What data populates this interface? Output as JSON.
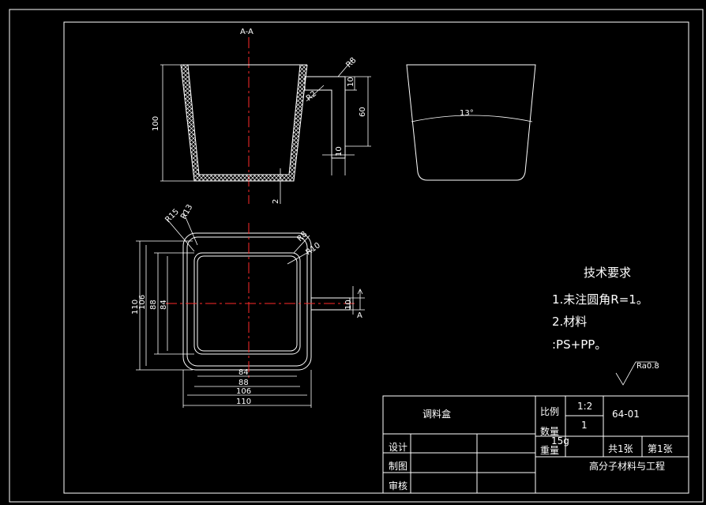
{
  "colors": {
    "background": "#000000",
    "line": "#ffffff",
    "centerline": "#ff2a2a",
    "hatch": "#ffffff"
  },
  "section_view": {
    "label": "A-A",
    "dim_height": "100",
    "dim_wall": "2",
    "dim_handle_height": "60",
    "dim_handle_top": "10",
    "dim_handle_width": "10",
    "dim_r8": "R8",
    "dim_r2": "R2"
  },
  "side_view": {
    "angle": "13°"
  },
  "plan_view": {
    "dim_r15": "R15",
    "dim_r13": "R13",
    "dim_r8": "R8",
    "dim_r10": "R10",
    "vertical_dims": [
      "110",
      "106",
      "88",
      "84"
    ],
    "horizontal_dims": [
      "84",
      "88",
      "106",
      "110"
    ],
    "dim_handle": "10",
    "section_mark": "A"
  },
  "tech_requirements": {
    "title": "技术要求",
    "line1": "1.未注圆角R=1。",
    "line2": "2.材料",
    "line3": ":PS+PP。",
    "roughness": "Ra0.8"
  },
  "title_block": {
    "part_name": "调料盒",
    "scale_label": "比例",
    "scale_value": "1:2",
    "qty_label": "数量",
    "qty_value": "1",
    "weight_label": "重量",
    "weight_value": "15g",
    "drawing_no": "64-01",
    "sheets_total": "共1张",
    "sheet_no": "第1张",
    "design_label": "设计",
    "draw_label": "制图",
    "review_label": "审核",
    "organization": "高分子材料与工程"
  }
}
